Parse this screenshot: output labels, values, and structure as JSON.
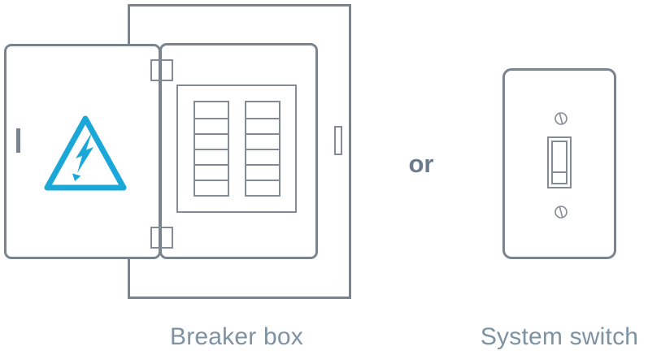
{
  "labels": {
    "breaker_box": "Breaker box",
    "system_switch": "System switch",
    "or": "or"
  },
  "colors": {
    "outline": "#79848f",
    "outline_thin": "#828b96",
    "accent": "#1ba8d9",
    "label": "#7d92a3",
    "or_label": "#6b7b8b",
    "background": "#ffffff"
  },
  "icons": {
    "warning": "high-voltage-warning-icon",
    "screw": "screw-icon",
    "toggle": "toggle-switch-icon"
  },
  "figure": {
    "breaker_columns": 2,
    "breakers_per_column": 6
  }
}
